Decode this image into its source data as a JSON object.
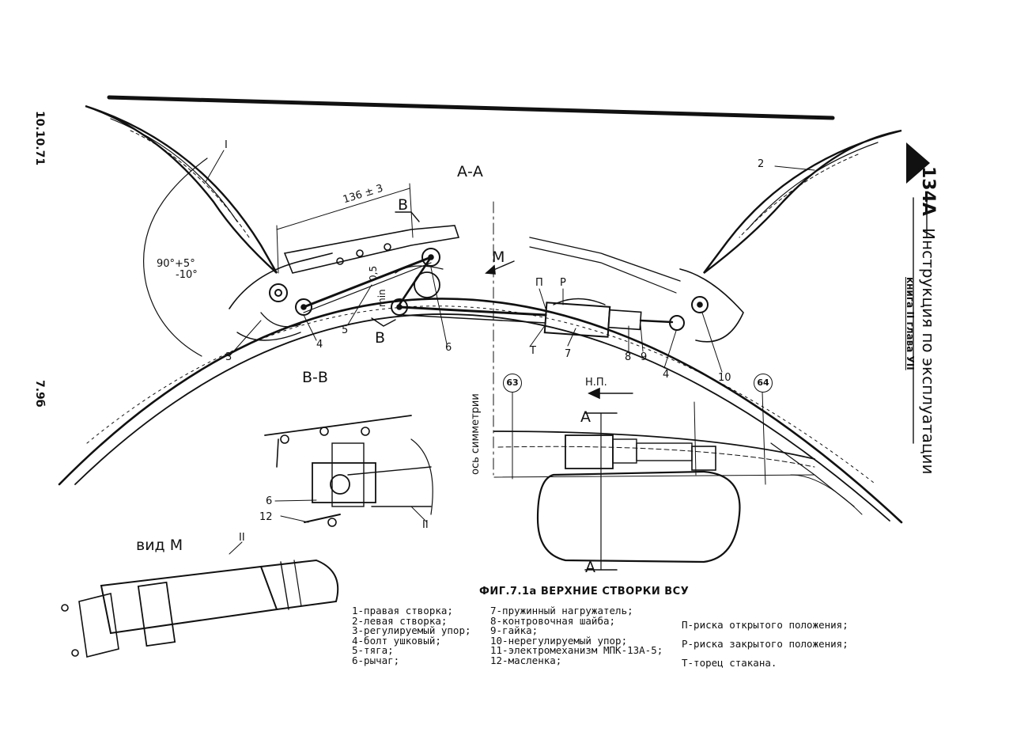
{
  "header": {
    "manual_code": "134A",
    "manual_title": "Инструкция по эксплуатации",
    "book_chapter": "книга II глава УII",
    "date": "10.10.71",
    "page": "7.9б"
  },
  "drawing": {
    "section_aa": "А-А",
    "section_bb": "В-В",
    "view_m": "вид М",
    "view_m_mark": "М",
    "section_b_mark": "В",
    "dim_136": "136 ± 3",
    "angle": "90°+5°",
    "angle_tol": "-10°",
    "min_gap": "0,5",
    "min_gap_unit": "min",
    "symmetry_axis": "ось симметрии",
    "flight_dir": "Н.П.",
    "frame_63": "63",
    "frame_64": "64",
    "section_a_mark": "А",
    "callouts": {
      "c1": "I",
      "c2": "2",
      "c3": "3",
      "c4": "4",
      "c4b": "4",
      "c5": "5",
      "c6": "6",
      "c7": "7",
      "c8": "8",
      "c9": "9",
      "c10": "10",
      "c11": "II",
      "c11b": "II",
      "c6b": "6",
      "c12": "12",
      "cP": "П",
      "cR": "Р",
      "cT": "Т"
    }
  },
  "caption": "ФИГ.7.1а ВЕРХНИЕ СТВОРКИ ВСУ",
  "legend": {
    "col1": [
      "1-правая створка;",
      "2-левая створка;",
      "3-регулируемый упор;",
      "4-болт ушковый;",
      "5-тяга;",
      "6-рычаг;"
    ],
    "col2": [
      "7-пружинный нагружатель;",
      "8-контровочная шайба;",
      "9-гайка;",
      "10-нерегулируемый упор;",
      "11-электромеханизм МПК-13А-5;",
      "12-масленка;"
    ],
    "col3": [
      "П-риска открытого положения;",
      "Р-риска закрытого положения;",
      "Т-торец стакана."
    ]
  },
  "colors": {
    "ink": "#111111",
    "paper": "#ffffff"
  }
}
